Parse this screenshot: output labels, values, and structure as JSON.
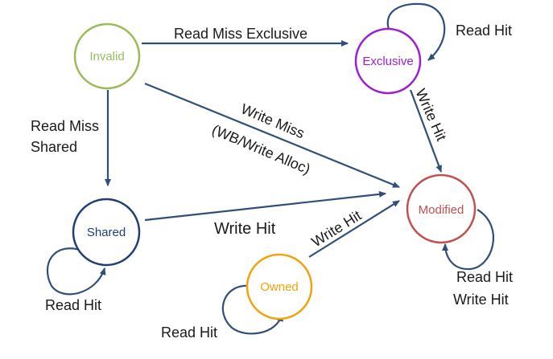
{
  "states": {
    "invalid": {
      "label": "Invalid",
      "color": "#9bbb59"
    },
    "exclusive": {
      "label": "Exclusive",
      "color": "#9b1fd6"
    },
    "shared": {
      "label": "Shared",
      "color": "#1f3f73"
    },
    "modified": {
      "label": "Modified",
      "color": "#c0504d"
    },
    "owned": {
      "label": "Owned",
      "color": "#f0a30a"
    }
  },
  "edges": {
    "read_miss_exclusive": "Read Miss Exclusive",
    "exclusive_read_hit": "Read Hit",
    "exclusive_write_hit": "Write Hit",
    "read_miss_shared_line1": "Read Miss",
    "read_miss_shared_line2": "Shared",
    "write_miss_line1": "Write Miss",
    "write_miss_line2": "(WB/Write Alloc)",
    "shared_write_hit": "Write Hit",
    "owned_write_hit": "Write Hit",
    "shared_read_hit": "Read Hit",
    "owned_read_hit": "Read Hit",
    "modified_read_hit": "Read Hit",
    "modified_write_hit": "Write Hit"
  },
  "arrow_color": "#2f4f7a"
}
